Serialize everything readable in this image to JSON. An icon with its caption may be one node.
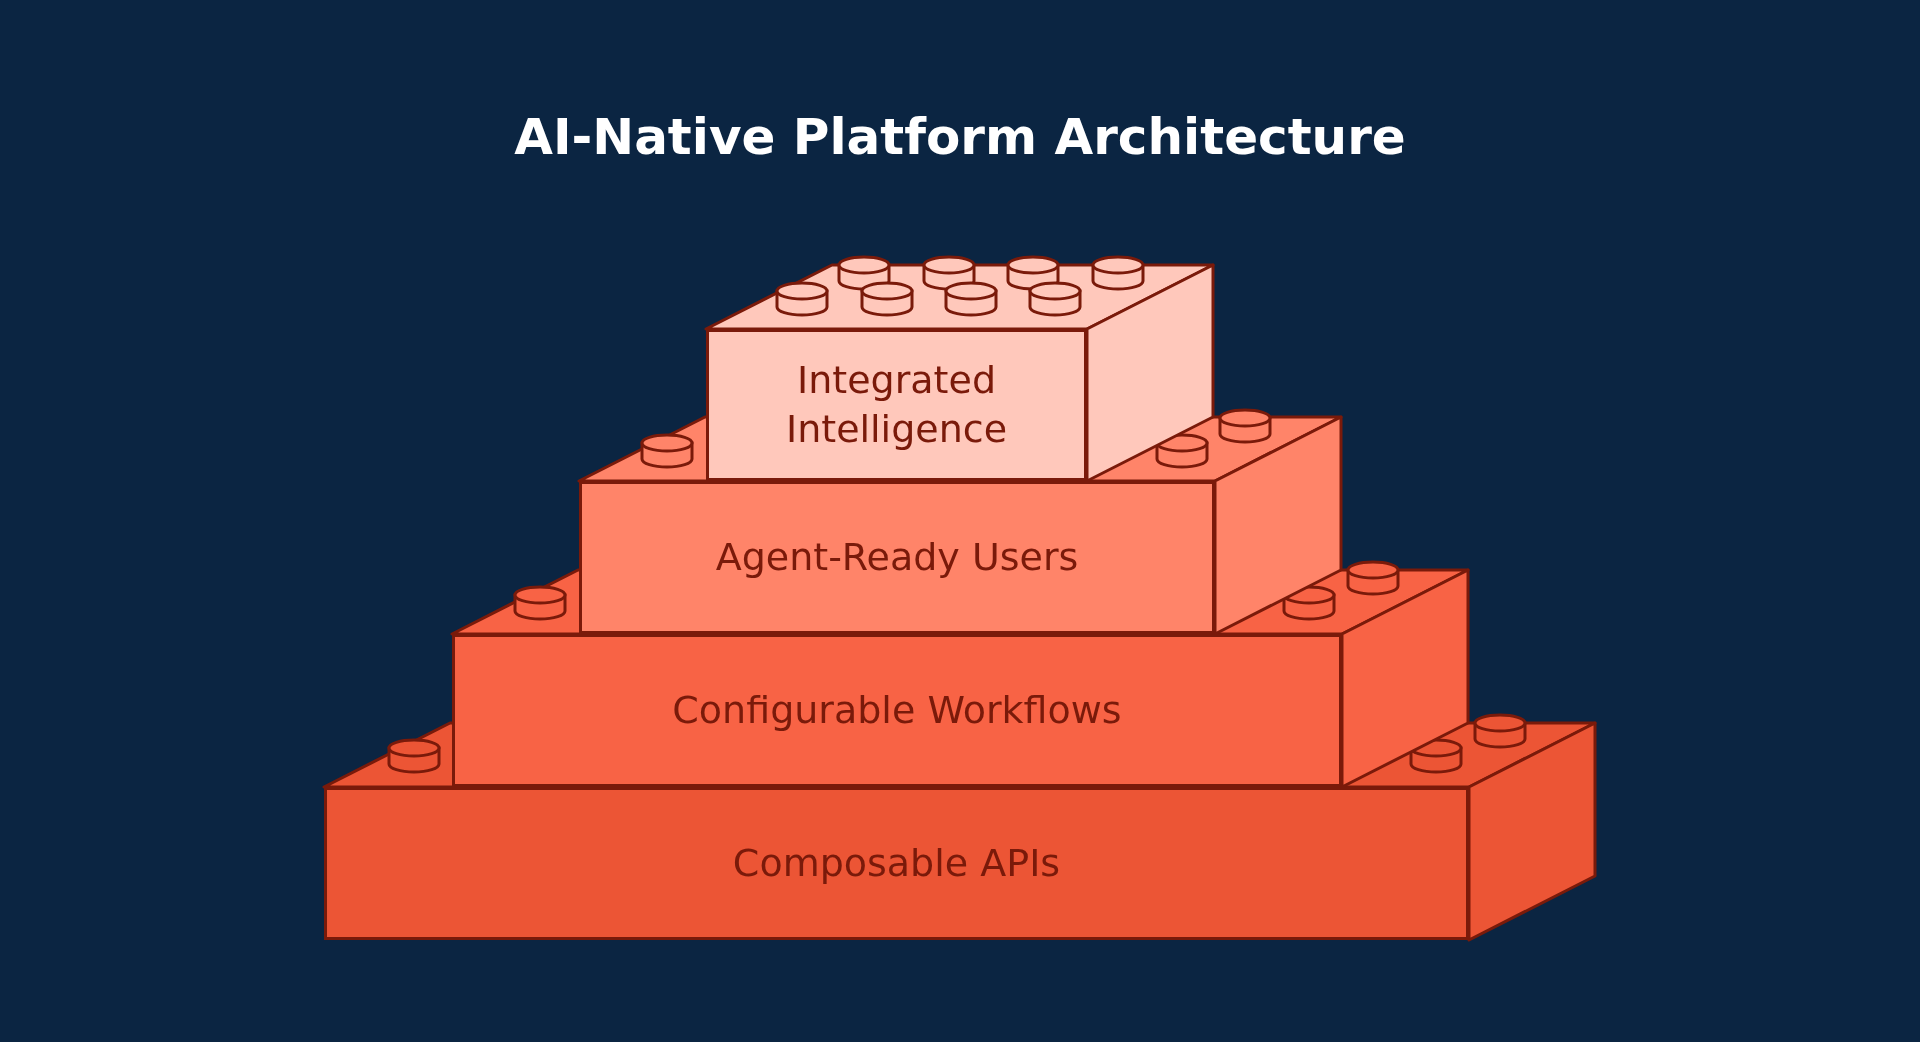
{
  "diagram": {
    "title": "AI-Native Platform Architecture",
    "nodes": [
      {
        "text": [
          "Integrated Intelligence"
        ]
      },
      {
        "text": [
          "Agent-Ready Users"
        ]
      },
      {
        "text": [
          "Configurable Workflows"
        ]
      },
      {
        "text": [
          "Composable APIs"
        ]
      }
    ]
  }
}
